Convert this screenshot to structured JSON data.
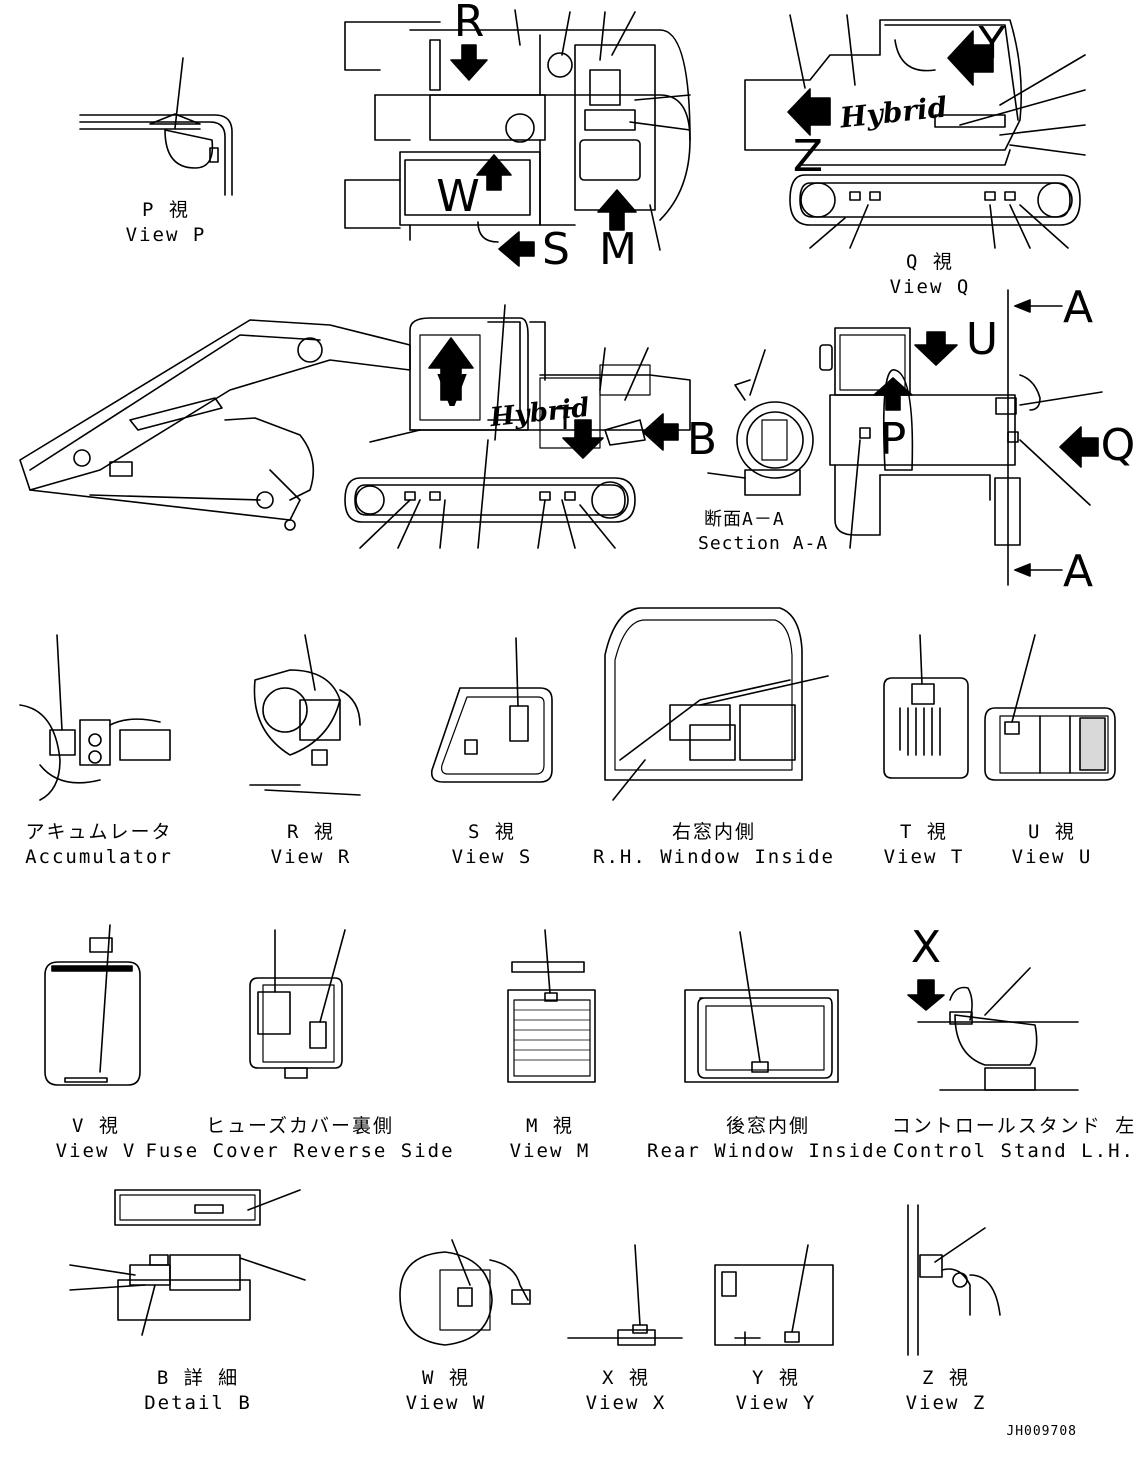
{
  "section_letters": {
    "R": "R",
    "W": "W",
    "S": "S",
    "M": "M",
    "Y": "Y",
    "Z": "Z",
    "V": "V",
    "T": "T",
    "B": "B",
    "U": "U",
    "P": "P",
    "Q": "Q",
    "A_top": "A",
    "A_bottom": "A",
    "X": "X"
  },
  "hybrid_logo": "Hybrid",
  "section_aa": {
    "jp": "断面A－A",
    "en": "Section A-A"
  },
  "views": {
    "view_p": {
      "jp": "P 視",
      "en": "View P"
    },
    "view_q": {
      "jp": "Q 視",
      "en": "View Q"
    },
    "accumulator": {
      "jp": "アキュムレータ",
      "en": "Accumulator"
    },
    "view_r": {
      "jp": "R 視",
      "en": "View R"
    },
    "view_s": {
      "jp": "S 視",
      "en": "View S"
    },
    "rh_window": {
      "jp": "右窓内側",
      "en": "R.H. Window Inside"
    },
    "view_t": {
      "jp": "T 視",
      "en": "View T"
    },
    "view_u": {
      "jp": "U 視",
      "en": "View U"
    },
    "view_v": {
      "jp": "V 視",
      "en": "View V"
    },
    "fuse_cover": {
      "jp": "ヒューズカバー裏側",
      "en": "Fuse Cover Reverse Side"
    },
    "view_m": {
      "jp": "M 視",
      "en": "View M"
    },
    "rear_window": {
      "jp": "後窓内側",
      "en": "Rear Window Inside"
    },
    "control_stand": {
      "jp": "コントロールスタンド 左",
      "en": "Control Stand L.H."
    },
    "detail_b": {
      "jp": "B 詳 細",
      "en": "Detail B"
    },
    "view_w": {
      "jp": "W 視",
      "en": "View W"
    },
    "view_x": {
      "jp": "X 視",
      "en": "View X"
    },
    "view_y": {
      "jp": "Y 視",
      "en": "View Y"
    },
    "view_z": {
      "jp": "Z 視",
      "en": "View Z"
    }
  },
  "drawing_id": "JH009708"
}
